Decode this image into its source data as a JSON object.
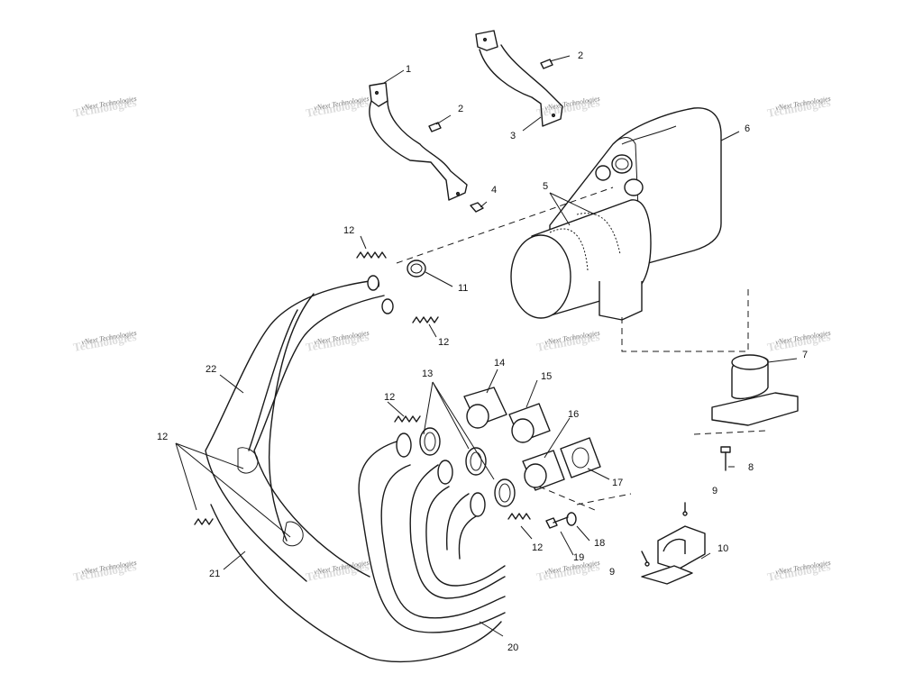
{
  "watermark": {
    "text": "vNext Technologies",
    "ghost": "Technologies"
  },
  "callouts": [
    "1",
    "2",
    "2",
    "3",
    "4",
    "5",
    "6",
    "7",
    "8",
    "9",
    "9",
    "10",
    "11",
    "12",
    "12",
    "12",
    "12",
    "12",
    "13",
    "14",
    "15",
    "16",
    "17",
    "18",
    "19",
    "20",
    "21",
    "22"
  ]
}
